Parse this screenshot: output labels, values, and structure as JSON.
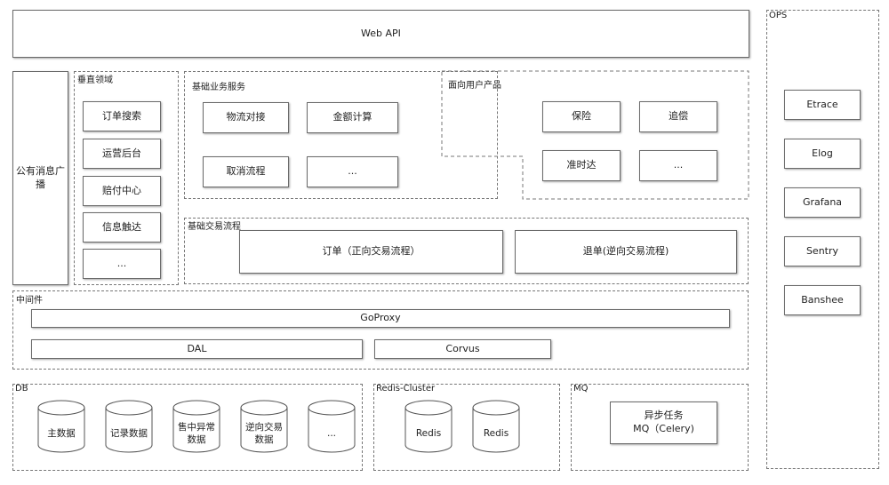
{
  "web_api": "Web API",
  "broadcast": "公有消息广播",
  "vertical": {
    "title": "垂直领域",
    "items": [
      "订单搜索",
      "运营后台",
      "赔付中心",
      "信息触达",
      "..."
    ]
  },
  "basic_services": {
    "title": "基础业务服务",
    "items": [
      "物流对接",
      "金额计算",
      "取消流程",
      "..."
    ]
  },
  "user_products": {
    "title": "面向用户产品",
    "items": [
      "保险",
      "追偿",
      "准时达",
      "..."
    ]
  },
  "trade_flow": {
    "title": "基础交易流程",
    "items": [
      "订单（正向交易流程）",
      "退单(逆向交易流程)"
    ]
  },
  "middleware": {
    "title": "中间件",
    "goproxy": "GoProxy",
    "dal": "DAL",
    "corvus": "Corvus"
  },
  "db": {
    "title": "DB",
    "items": [
      {
        "line1": "主数据",
        "line2": ""
      },
      {
        "line1": "记录数据",
        "line2": ""
      },
      {
        "line1": "售中异常",
        "line2": "数据"
      },
      {
        "line1": "逆向交易",
        "line2": "数据"
      },
      {
        "line1": "...",
        "line2": ""
      }
    ]
  },
  "redis_cluster": {
    "title": "Redis-Cluster",
    "items": [
      "Redis",
      "Redis"
    ]
  },
  "mq": {
    "title": "MQ",
    "line1": "异步任务",
    "line2": "MQ（Celery)"
  },
  "ops": {
    "title": "OPS",
    "items": [
      "Etrace",
      "Elog",
      "Grafana",
      "Sentry",
      "Banshee"
    ]
  }
}
